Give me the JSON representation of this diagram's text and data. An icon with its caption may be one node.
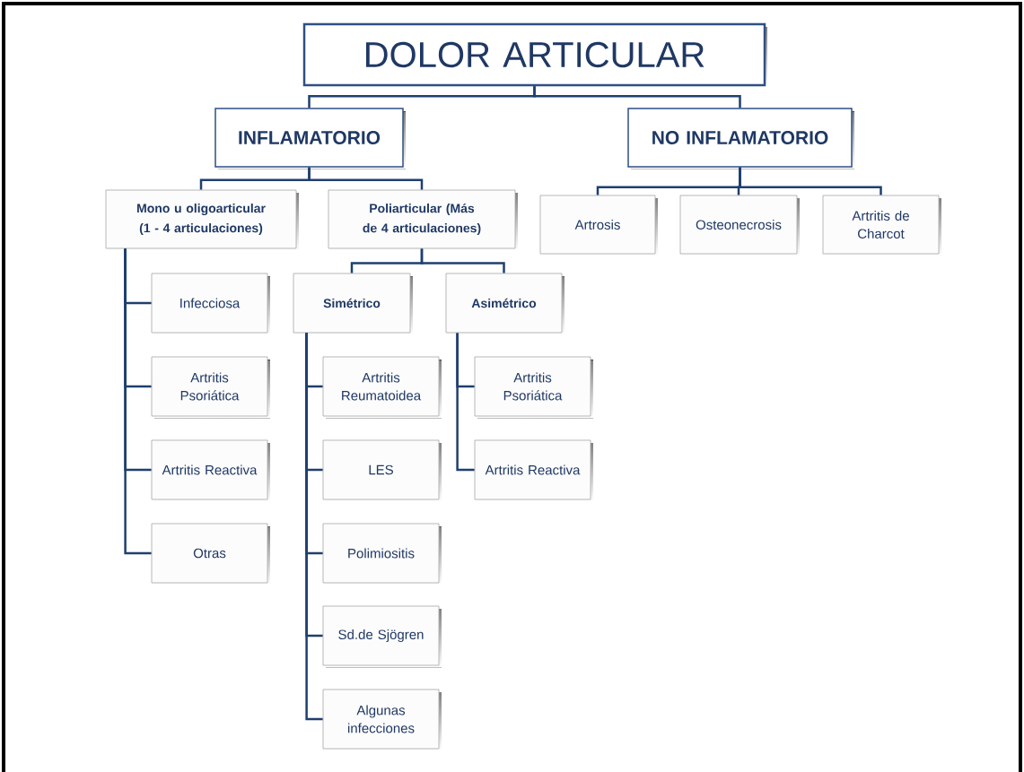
{
  "diagram": {
    "nodes": [
      {
        "text": [
          "DOLOR ARTICULAR"
        ]
      },
      {
        "text": [
          "INFLAMATORIO"
        ]
      },
      {
        "text": [
          "NO INFLAMATORIO"
        ]
      },
      {
        "text": [
          "Mono u oligoarticular (1 - 4 articulaciones)"
        ]
      },
      {
        "text": [
          "Poliarticular (Más de 4 articulaciones)"
        ]
      },
      {
        "text": [
          "Artrosis"
        ]
      },
      {
        "text": [
          "Osteonecrosis"
        ]
      },
      {
        "text": [
          "Artritis de Charcot"
        ]
      },
      {
        "text": [
          "Infecciosa"
        ]
      },
      {
        "text": [
          "Simétrico"
        ]
      },
      {
        "text": [
          "Asimétrico"
        ]
      },
      {
        "text": [
          "Artritis Psoriática"
        ]
      },
      {
        "text": [
          "Artritis Reumatoidea"
        ]
      },
      {
        "text": [
          "Artritis Psoriática"
        ]
      },
      {
        "text": [
          "Artritis Reactiva"
        ]
      },
      {
        "text": [
          "LES"
        ]
      },
      {
        "text": [
          "Artritis Reactiva"
        ]
      },
      {
        "text": [
          "Otras"
        ]
      },
      {
        "text": [
          "Polimiositis"
        ]
      },
      {
        "text": [
          "Sd.de Sjögren"
        ]
      },
      {
        "text": [
          "Algunas infecciones"
        ]
      }
    ],
    "edges": [
      {
        "from": 0,
        "to": 1,
        "arrow": "none"
      },
      {
        "from": 0,
        "to": 2,
        "arrow": "none"
      },
      {
        "from": 1,
        "to": 3,
        "arrow": "none"
      },
      {
        "from": 1,
        "to": 4,
        "arrow": "none"
      },
      {
        "from": 2,
        "to": 5,
        "arrow": "none"
      },
      {
        "from": 2,
        "to": 6,
        "arrow": "none"
      },
      {
        "from": 2,
        "to": 7,
        "arrow": "none"
      },
      {
        "from": 3,
        "to": 8,
        "arrow": "none"
      },
      {
        "from": 3,
        "to": 11,
        "arrow": "none"
      },
      {
        "from": 3,
        "to": 14,
        "arrow": "none"
      },
      {
        "from": 3,
        "to": 17,
        "arrow": "none"
      },
      {
        "from": 4,
        "to": 9,
        "arrow": "none"
      },
      {
        "from": 4,
        "to": 10,
        "arrow": "none"
      },
      {
        "from": 9,
        "to": 12,
        "arrow": "none"
      },
      {
        "from": 9,
        "to": 15,
        "arrow": "none"
      },
      {
        "from": 9,
        "to": 18,
        "arrow": "none"
      },
      {
        "from": 9,
        "to": 19,
        "arrow": "none"
      },
      {
        "from": 9,
        "to": 20,
        "arrow": "none"
      },
      {
        "from": 10,
        "to": 13,
        "arrow": "none"
      },
      {
        "from": 10,
        "to": 16,
        "arrow": "none"
      }
    ]
  }
}
